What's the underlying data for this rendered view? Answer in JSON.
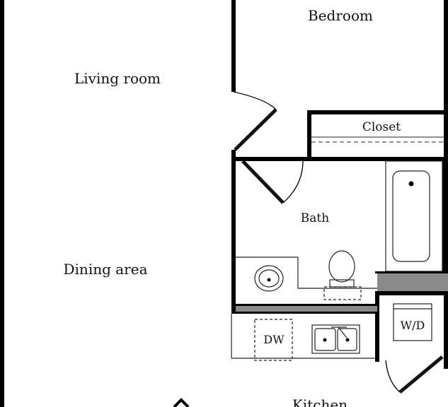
{
  "rooms": {
    "bedroom": "Bedroom",
    "living_room": "Living room",
    "closet": "Closet",
    "bath": "Bath",
    "dining_area": "Dining area",
    "kitchen": "Kitchen"
  },
  "fixtures": {
    "dishwasher": "DW",
    "washer_dryer": "W/D"
  },
  "colors": {
    "wall": "#000000",
    "line": "#222222",
    "counter_gray": "#8a8a8a",
    "background": "#ffffff"
  }
}
